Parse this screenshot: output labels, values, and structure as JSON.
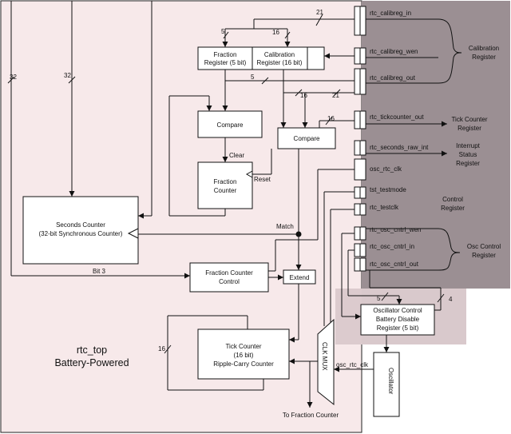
{
  "domain": "battery-powered RTC block diagram",
  "colors": {
    "battery_region": "#f7e9ea",
    "right_panel": "#9b8f93",
    "osc_panel": "#d9c9cc",
    "line": "#111111",
    "block_fill": "#ffffff"
  },
  "region": {
    "title": "rtc_top",
    "subtitle": "Battery-Powered"
  },
  "blocks": {
    "fraction_register": {
      "line1": "Fraction",
      "line2": "Register (5 bit)"
    },
    "calibration_register_block": {
      "line1": "Calibration",
      "line2": "Register (16 bit)"
    },
    "compare_left": "Compare",
    "compare_right": "Compare",
    "fraction_counter": {
      "line1": "Fraction",
      "line2": "Counter"
    },
    "seconds_counter": {
      "line1": "Seconds Counter",
      "line2": "(32-bit Synchronous Counter)"
    },
    "fraction_counter_control": {
      "line1": "Fraction Counter",
      "line2": "Control"
    },
    "extend": "Extend",
    "tick_counter": {
      "line1": "Tick Counter",
      "line2": "(16 bit)",
      "line3": "Ripple-Carry Counter"
    },
    "clk_mux": "CLK MUX",
    "osc_control_register": {
      "line1": "Oscillator Control",
      "line2": "Battery Disable",
      "line3": "Register (5 bit)"
    },
    "oscillator": "Oscillator"
  },
  "signals": {
    "calibreg_in": "rtc_calibreg_in",
    "calibreg_wen": "rtc_calibreg_wen",
    "calibreg_out": "rtc_calibreg_out",
    "tickcounter_out": "rtc_tickcounter_out",
    "seconds_raw_int": "rtc_seconds_raw_int",
    "osc_rtc_clk": "osc_rtc_clk",
    "tst_testmode": "tst_testmode",
    "rtc_testclk": "rtc_testclk",
    "osc_cntrl_wen": "rtc_osc_cntrl_wen",
    "osc_cntrl_in": "rtc_osc_cntrl_in",
    "osc_cntrl_out": "rtc_osc_cntrl_out",
    "osc_rtc_clk_mux": "osc_rtc_clk"
  },
  "right_labels": {
    "calibration_register": {
      "line1": "Calibration",
      "line2": "Register"
    },
    "tick_counter_register": {
      "line1": "Tick Counter",
      "line2": "Register"
    },
    "interrupt_status_register": {
      "line1": "Interrupt",
      "line2": "Status",
      "line3": "Register"
    },
    "control_register": {
      "line1": "Control",
      "line2": "Register"
    },
    "osc_control_register": {
      "line1": "Osc Control",
      "line2": "Register"
    }
  },
  "bus_widths": {
    "w32_a": "32",
    "w32_b": "32",
    "w21_top": "21",
    "w5_top": "5",
    "w16_top": "16",
    "w5_mid": "5",
    "w16_mid": "16",
    "w21_mid": "21",
    "w16_cmp": "16",
    "w16_left": "16",
    "w5_osc": "5",
    "w4_osc": "4"
  },
  "misc": {
    "clear": "Clear",
    "reset": "Reset",
    "match": "Match",
    "bit3": "Bit 3",
    "to_fraction_counter": "To Fraction Counter"
  }
}
